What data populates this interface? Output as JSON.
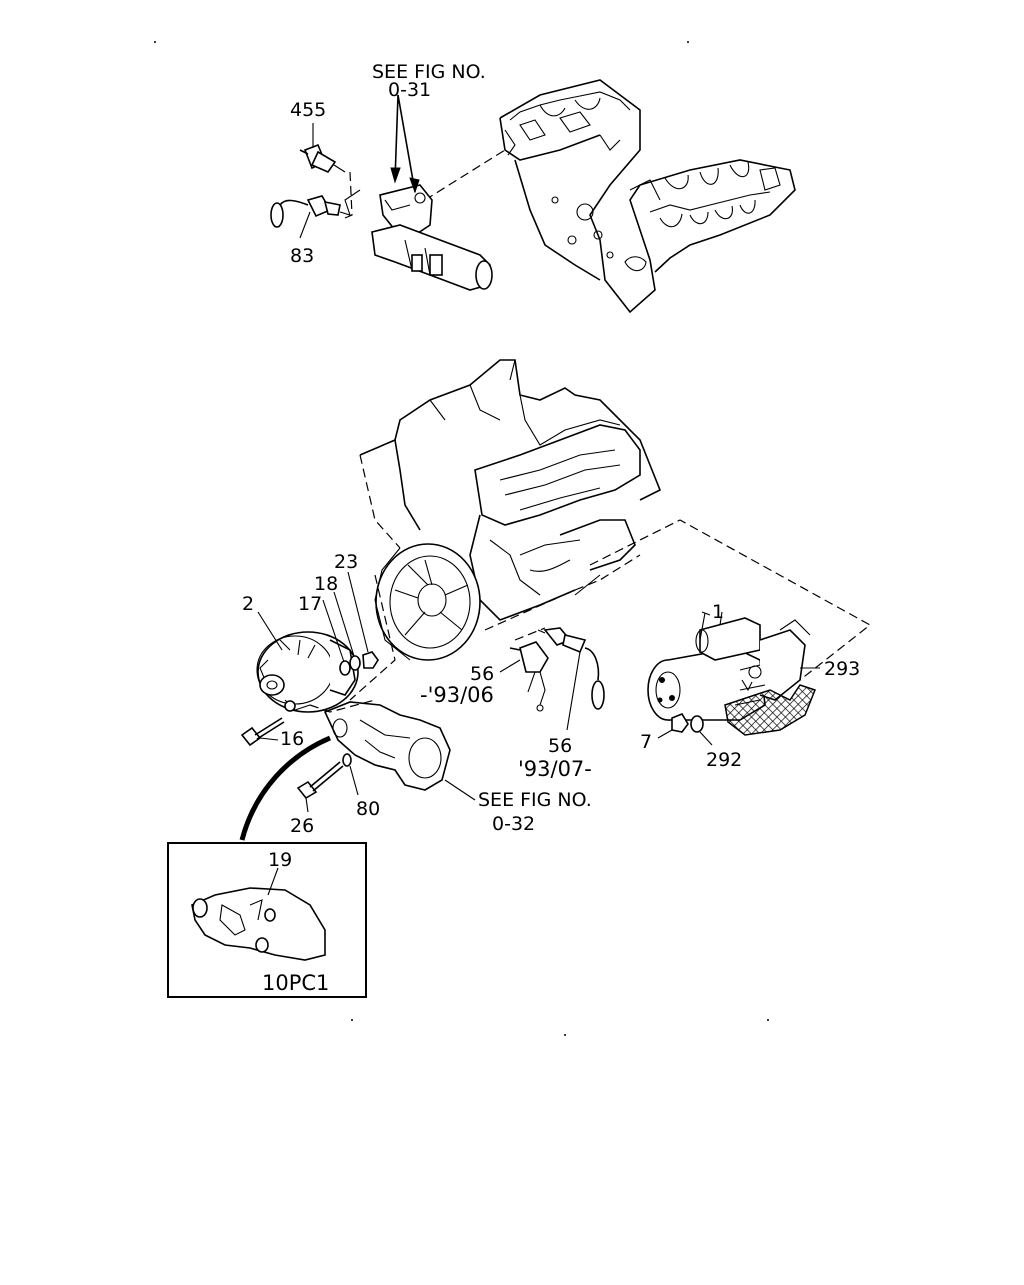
{
  "diagram": {
    "top_ref": {
      "line1": "SEE FIG NO.",
      "line2": "0-31"
    },
    "bottom_ref": {
      "line1": "SEE FIG NO.",
      "line2": "0-32"
    },
    "parts": {
      "p455": "455",
      "p83": "83",
      "p2": "2",
      "p18": "18",
      "p17": "17",
      "p23": "23",
      "p16": "16",
      "p26": "26",
      "p80": "80",
      "p19": "19",
      "p56a": "56",
      "p56b": "56",
      "p1": "1",
      "p293": "293",
      "p7": "7",
      "p292": "292"
    },
    "date_before": "-'93/06",
    "date_after": "'93/07-",
    "inset_code": "10PC1"
  }
}
